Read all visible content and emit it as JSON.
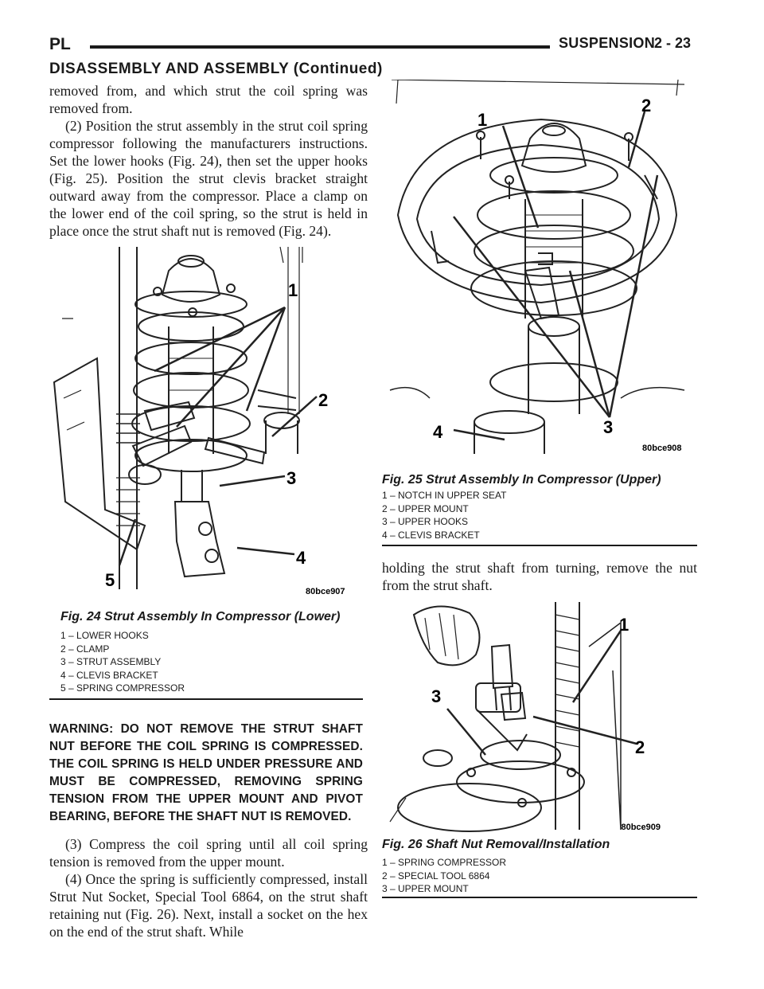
{
  "header": {
    "left": "PL",
    "right": "SUSPENSION",
    "page": "2 - 23"
  },
  "section_title": "DISASSEMBLY AND ASSEMBLY (Continued)",
  "intro": {
    "p1": "removed from, and which strut the coil spring was removed from.",
    "p2": "(2) Position the strut assembly in the strut coil spring compressor following the manufacturers instructions. Set the lower hooks (Fig. 24), then set the upper hooks (Fig. 25). Position the strut clevis bracket straight outward away from the compressor. Place a clamp on the lower end of the coil spring, so the strut is held in place once the strut shaft nut is removed (Fig. 24)."
  },
  "warning": "WARNING: DO NOT REMOVE THE STRUT SHAFT NUT BEFORE THE COIL SPRING IS COMPRESSED. THE COIL SPRING IS HELD UNDER PRESSURE AND MUST BE COMPRESSED, REMOVING SPRING TENSION FROM THE UPPER MOUNT AND PIVOT BEARING, BEFORE THE SHAFT NUT IS REMOVED.",
  "steps": {
    "p3": "(3) Compress the coil spring until all coil spring tension is removed from the upper mount.",
    "p4": "(4) Once the spring is sufficiently compressed, install Strut Nut Socket, Special Tool 6864, on the strut shaft retaining nut (Fig. 26). Next, install a socket on the hex on the end of the strut shaft. While"
  },
  "right_para": "holding the strut shaft from turning, remove the nut from the strut shaft.",
  "fig24": {
    "code": "80bce907",
    "caption": "Fig. 24 Strut Assembly In Compressor (Lower)",
    "callouts": [
      "1",
      "2",
      "3",
      "4",
      "5"
    ],
    "legend": [
      "1 – LOWER HOOKS",
      "2 – CLAMP",
      "3 – STRUT ASSEMBLY",
      "4 – CLEVIS BRACKET",
      "5 – SPRING COMPRESSOR"
    ]
  },
  "fig25": {
    "code": "80bce908",
    "caption": "Fig. 25 Strut Assembly In Compressor (Upper)",
    "callouts": [
      "1",
      "2",
      "3",
      "4"
    ],
    "legend": [
      "1 – NOTCH IN UPPER SEAT",
      "2 – UPPER MOUNT",
      "3 – UPPER HOOKS",
      "4 – CLEVIS BRACKET"
    ]
  },
  "fig26": {
    "code": "80bce909",
    "caption": "Fig. 26 Shaft Nut Removal/Installation",
    "callouts": [
      "1",
      "2",
      "3"
    ],
    "legend": [
      "1 – SPRING COMPRESSOR",
      "2 – SPECIAL TOOL 6864",
      "3 – UPPER MOUNT"
    ]
  }
}
